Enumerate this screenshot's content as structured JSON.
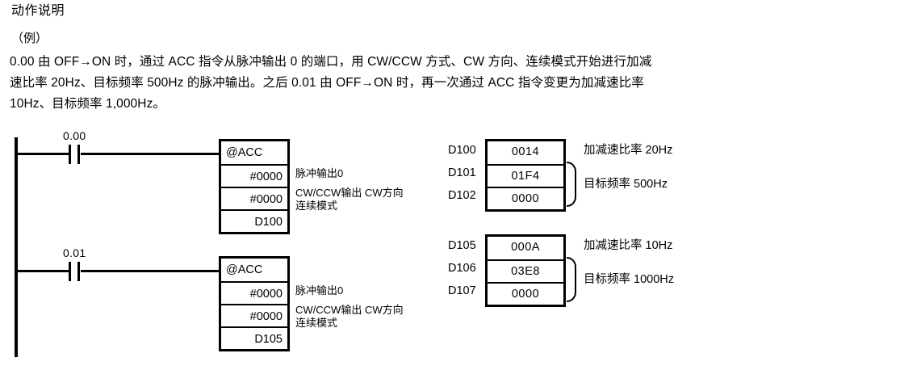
{
  "document": {
    "title": "动作说明",
    "example_label": "（例）",
    "description_lines": [
      "0.00 由 OFF→ON 时，通过 ACC 指令从脉冲输出 0 的端口，用 CW/CCW 方式、CW 方向、连续模式开始进行加减",
      "速比率 20Hz、目标频率 500Hz 的脉冲输出。之后 0.01 由 OFF→ON 时，再一次通过 ACC 指令变更为加减速比率",
      "10Hz、目标频率 1,000Hz。"
    ]
  },
  "ladder": {
    "rungs": [
      {
        "contact_label": "0.00",
        "contact_type": "normally-open",
        "instruction": {
          "name": "@ACC",
          "operands": [
            "#0000",
            "#0000",
            "D100"
          ]
        },
        "notes": {
          "line1": "脉冲输出0",
          "line2": "CW/CCW输出 CW方向",
          "line3": "连续模式"
        }
      },
      {
        "contact_label": "0.01",
        "contact_type": "normally-open",
        "instruction": {
          "name": "@ACC",
          "operands": [
            "#0000",
            "#0000",
            "D105"
          ]
        },
        "notes": {
          "line1": "脉冲输出0",
          "line2": "CW/CCW输出 CW方向",
          "line3": "连续模式"
        }
      }
    ]
  },
  "registers": [
    {
      "rows": [
        {
          "name": "D100",
          "value": "0014"
        },
        {
          "name": "D101",
          "value": "01F4"
        },
        {
          "name": "D102",
          "value": "0000"
        }
      ],
      "labels": {
        "top": "加减速比率 20Hz",
        "grouped": "目标频率 500Hz"
      }
    },
    {
      "rows": [
        {
          "name": "D105",
          "value": "000A"
        },
        {
          "name": "D106",
          "value": "03E8"
        },
        {
          "name": "D107",
          "value": "0000"
        }
      ],
      "labels": {
        "top": "加减速比率 10Hz",
        "grouped": "目标频率 1000Hz"
      }
    }
  ],
  "colors": {
    "ink": "#000000",
    "page": "#ffffff"
  }
}
